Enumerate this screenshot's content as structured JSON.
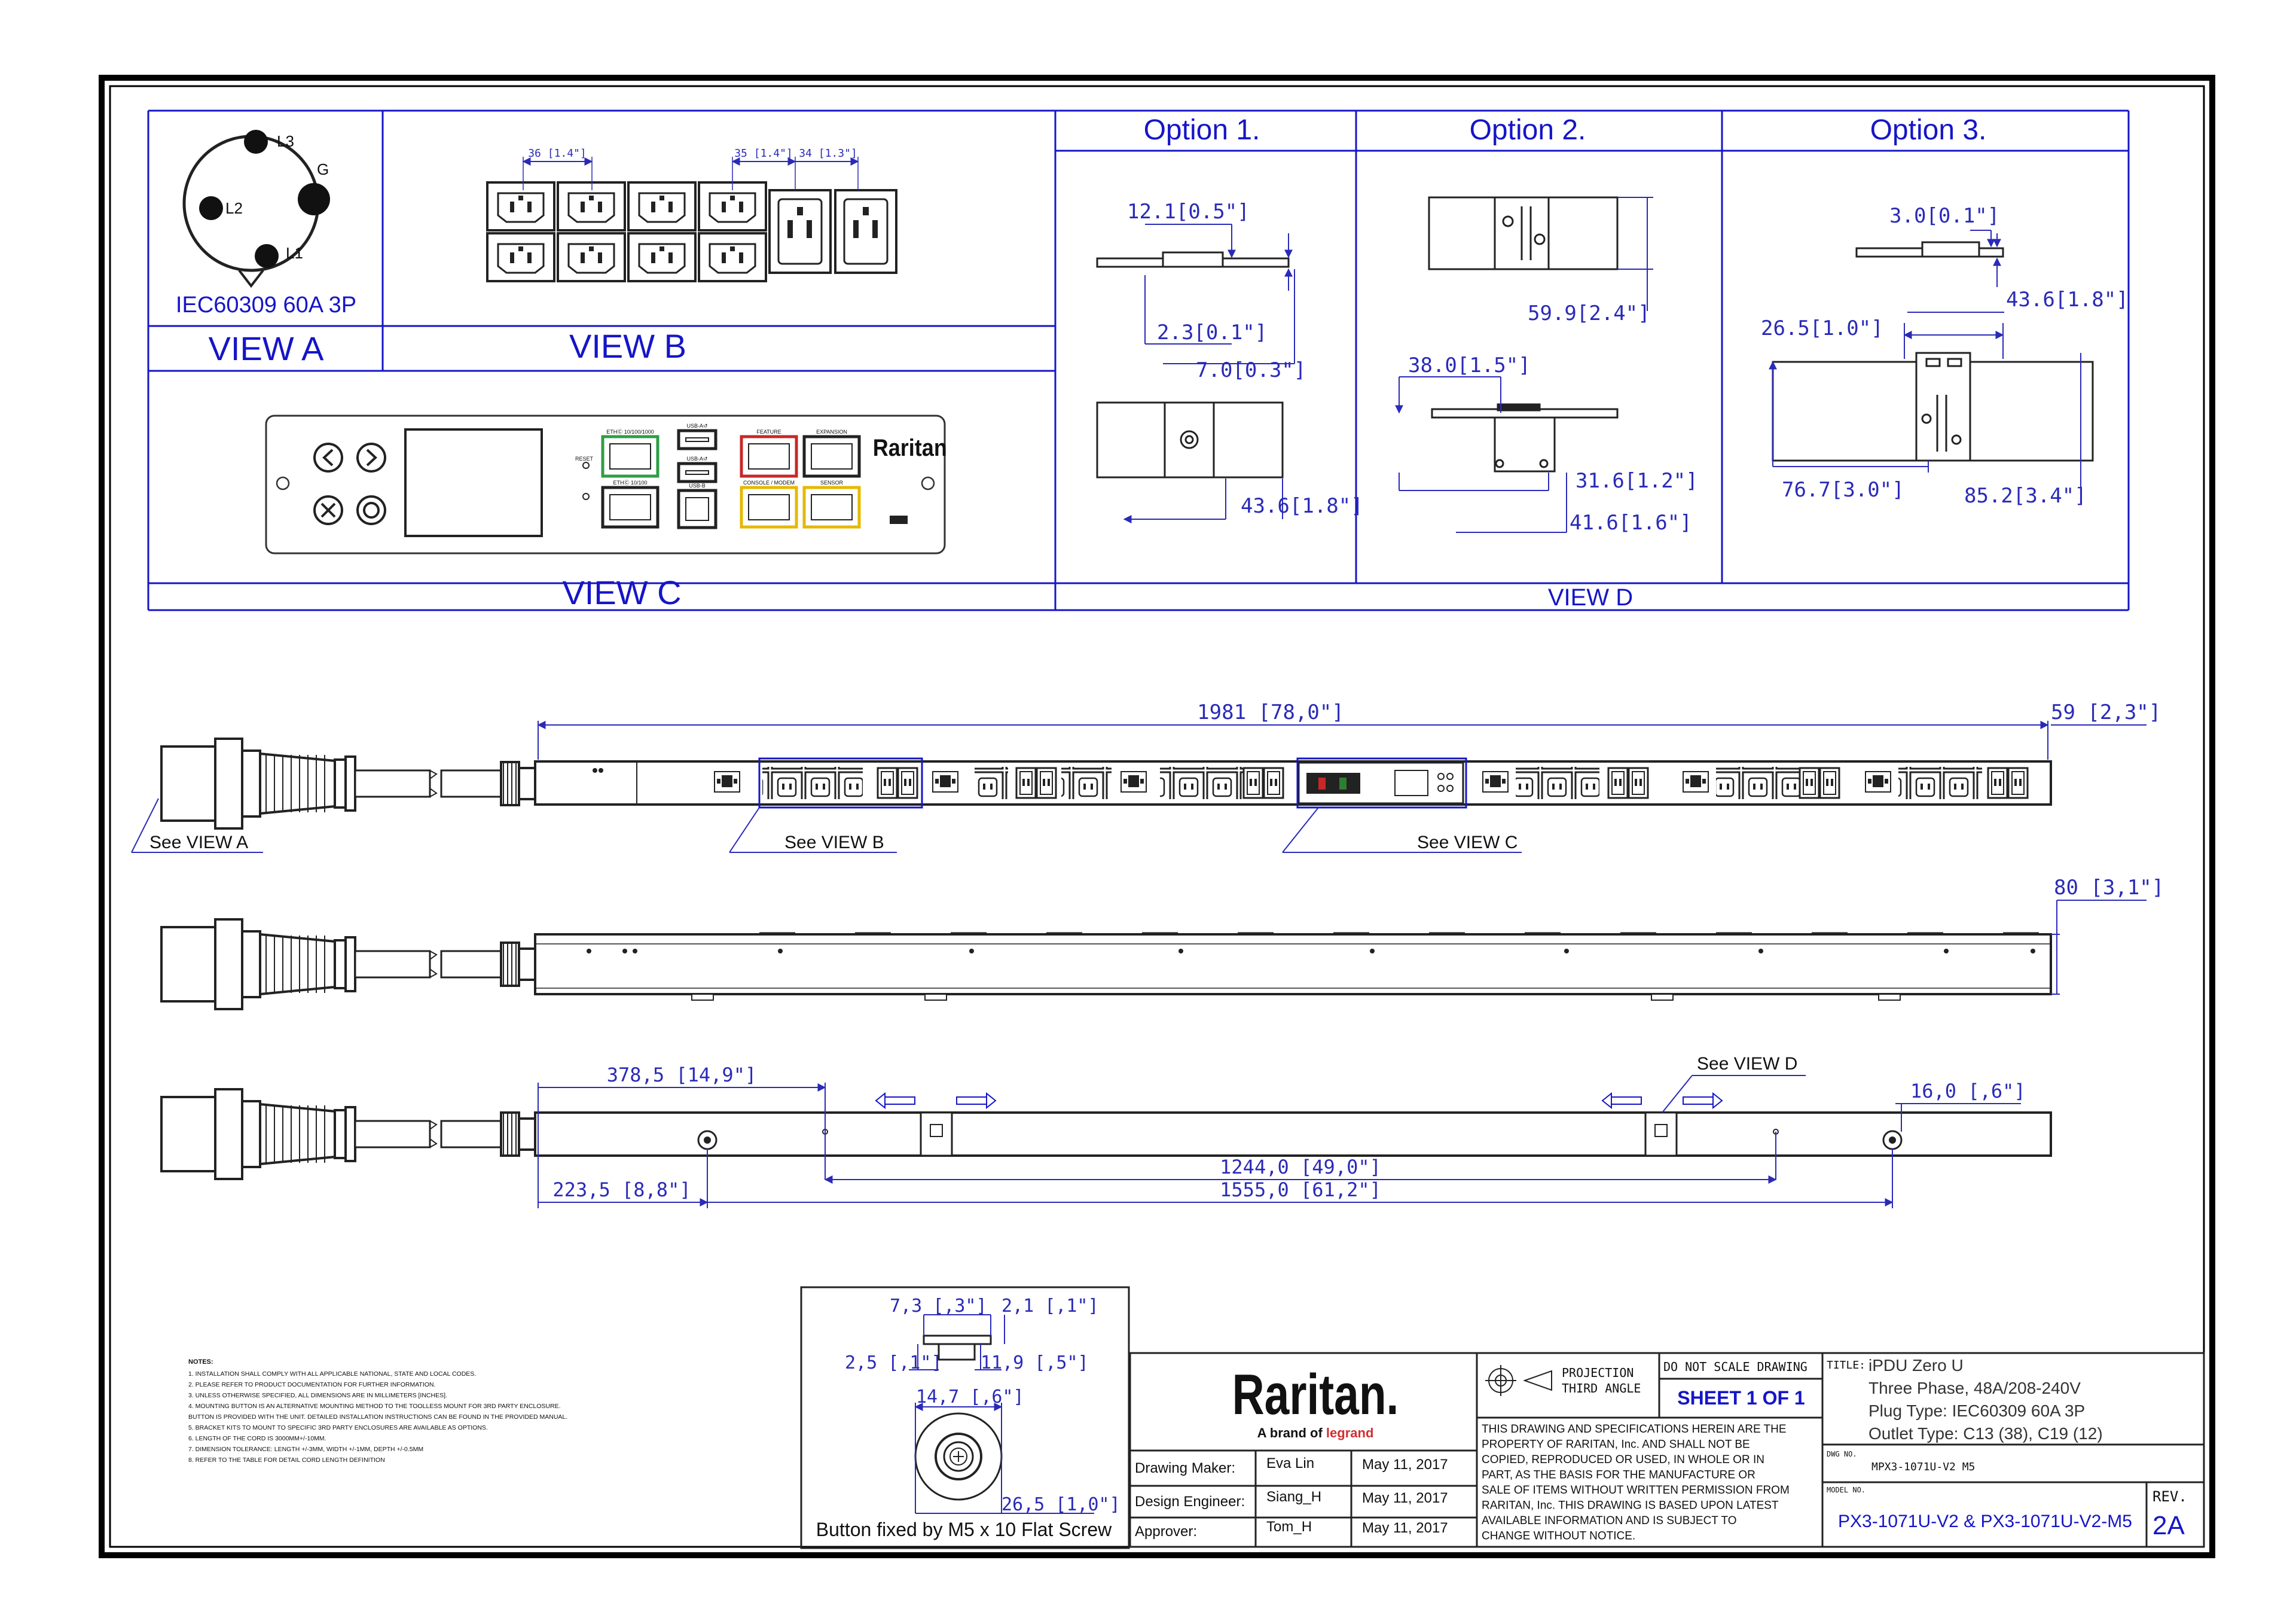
{
  "doc_id": " ",
  "views": {
    "a": {
      "title": "VIEW A",
      "plug_label": "IEC60309 60A 3P",
      "pin_l1": "L1",
      "pin_l2": "L2",
      "pin_l3": "L3",
      "pin_g": "G"
    },
    "b": {
      "title": "VIEW B",
      "dim1": "36 [1.4\"]",
      "dim2": "35 [1.4\"]",
      "dim3": "34 [1.3\"]"
    },
    "c": {
      "title": "VIEW C",
      "brand": "Raritan",
      "port_labels": [
        "ETHⒸ 10/100/1000",
        "USB-A↺",
        "USB-A↺",
        "FEATURE",
        "EXPANSION",
        "ETHⒸ 10/100",
        "USB-B",
        "CONSOLE / MODEM",
        "SENSOR",
        "RESET"
      ]
    },
    "d": {
      "title": "VIEW D"
    }
  },
  "options": [
    {
      "title": "Option 1.",
      "dims": [
        "12.1[0.5\"]",
        "2.3[0.1\"]",
        "7.0[0.3\"]",
        "43.6[1.8\"]"
      ]
    },
    {
      "title": "Option  2.",
      "dims": [
        "59.9[2.4\"]",
        "38.0[1.5\"]",
        "31.6[1.2\"]",
        "41.6[1.6\"]"
      ]
    },
    {
      "title": "Option 3.",
      "dims": [
        "3.0[0.1\"]",
        "43.6[1.8\"]",
        "26.5[1.0\"]",
        "76.7[3.0\"]",
        "85.2[3.4\"]"
      ]
    }
  ],
  "strip": {
    "length_dim": "1981 [78,0\"]",
    "end_dim": "59 [2,3\"]",
    "depth_dim": "80 [3,1\"]",
    "see_a": "See VIEW A",
    "see_b": "See VIEW B",
    "see_c": "See VIEW C",
    "see_d": "See VIEW D",
    "dim_378": "378,5 [14,9\"]",
    "dim_16": "16,0 [,6\"]",
    "dim_1244": "1244,0 [49,0\"]",
    "dim_223": "223,5 [8,8\"]",
    "dim_1555": "1555,0 [61,2\"]"
  },
  "button_detail": {
    "caption": "Button fixed by M5 x 10 Flat Screw",
    "dims": [
      "7,3 [,3\"]",
      "2,1 [,1\"]",
      "2,5 [,1\"]",
      "11,9 [,5\"]",
      "14,7 [,6\"]",
      "26,5 [1,0\"]"
    ]
  },
  "notes": {
    "heading": "NOTES:",
    "lines": [
      "1. INSTALLATION SHALL COMPLY WITH ALL APPLICABLE NATIONAL, STATE AND LOCAL CODES.",
      "2. PLEASE REFER TO PRODUCT DOCUMENTATION FOR FURTHER INFORMATION.",
      "3. UNLESS OTHERWISE SPECIFIED, ALL DIMENSIONS ARE IN MILLIMETERS [INCHES].",
      "4. MOUNTING BUTTON IS AN ALTERNATIVE MOUNTING METHOD TO THE TOOLLESS MOUNT FOR 3RD PARTY ENCLOSURE.",
      "   BUTTON IS PROVIDED WITH THE UNIT. DETAILED INSTALLATION INSTRUCTIONS CAN BE FOUND IN THE PROVIDED MANUAL.",
      "5. BRACKET KITS TO MOUNT TO SPECIFIC 3RD PARTY ENCLOSURES ARE AVAILABLE AS OPTIONS.",
      "6. LENGTH OF THE CORD IS 3000MM+/-10MM.",
      "7. DIMENSION TOLERANCE: LENGTH +/-3MM, WIDTH +/-1MM, DEPTH +/-0.5MM",
      "8. REFER TO THE TABLE FOR DETAIL CORD LENGTH DEFINITION"
    ]
  },
  "title_block": {
    "brand": "Raritan.",
    "brand_sub": "A brand of",
    "brand_parent": "legrand",
    "rows": [
      {
        "role": "Drawing Maker:",
        "name": "Eva Lin",
        "date": "May 11, 2017"
      },
      {
        "role": "Design Engineer:",
        "name": "Siang_H",
        "date": "May 11, 2017"
      },
      {
        "role": "Approver:",
        "name": "Tom_H",
        "date": "May 11, 2017"
      }
    ],
    "projection_line1": "PROJECTION",
    "projection_line2": "THIRD ANGLE",
    "scale_note": "DO NOT SCALE DRAWING",
    "sheet": "SHEET 1 OF 1",
    "legal_lines": [
      "THIS DRAWING AND SPECIFICATIONS HEREIN ARE THE",
      "PROPERTY OF RARITAN, Inc. AND SHALL NOT BE",
      "COPIED, REPRODUCED OR USED, IN WHOLE OR IN",
      "PART, AS THE BASIS FOR THE MANUFACTURE OR",
      "SALE OF ITEMS WITHOUT WRITTEN PERMISSION FROM",
      "RARITAN, Inc. THIS DRAWING IS BASED UPON LATEST",
      "AVAILABLE INFORMATION AND IS SUBJECT TO",
      "CHANGE WITHOUT NOTICE."
    ],
    "title_label": "TITLE:",
    "title_lines": [
      "iPDU Zero U",
      "Three Phase, 48A/208-240V",
      "Plug Type: IEC60309 60A 3P",
      "Outlet Type: C13 (38), C19 (12)"
    ],
    "dwg_label": "DWG NO.",
    "dwg_no": "MPX3-1071U-V2 M5",
    "model_label": "MODEL NO.",
    "model_no": "PX3-1071U-V2 & PX3-1071U-V2-M5",
    "rev_label": "REV.",
    "rev": "2A"
  }
}
